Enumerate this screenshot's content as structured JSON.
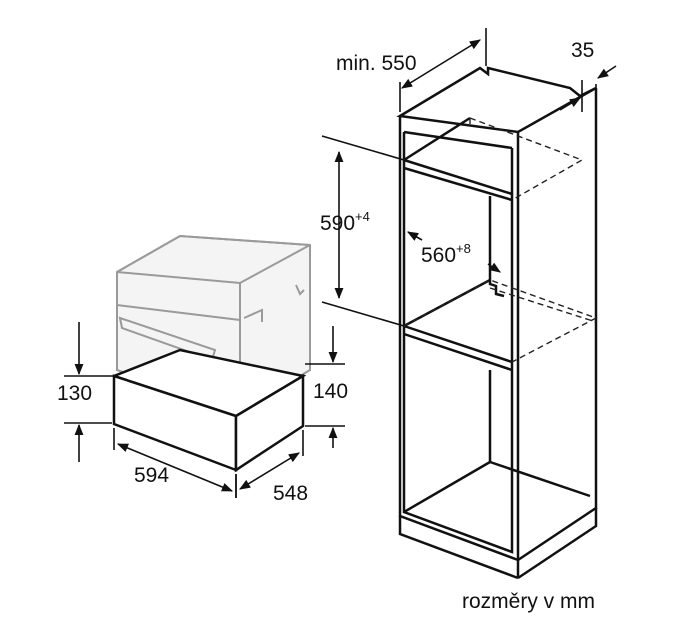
{
  "drawer": {
    "height_label": "130",
    "height_with_appliance_label": "140",
    "width_label": "594",
    "depth_label": "548"
  },
  "cabinet": {
    "depth_label": "min. 550",
    "side_clearance_label": "35",
    "niche_height_label": "590",
    "niche_height_tolerance": "+4",
    "niche_width_label": "560",
    "niche_width_tolerance": "+8"
  },
  "caption": "rozměry v mm",
  "colors": {
    "line": "#111111",
    "ghost_appliance": "#9a9a9a",
    "ghost_fill": "#efefef",
    "dashed": "#222222"
  }
}
